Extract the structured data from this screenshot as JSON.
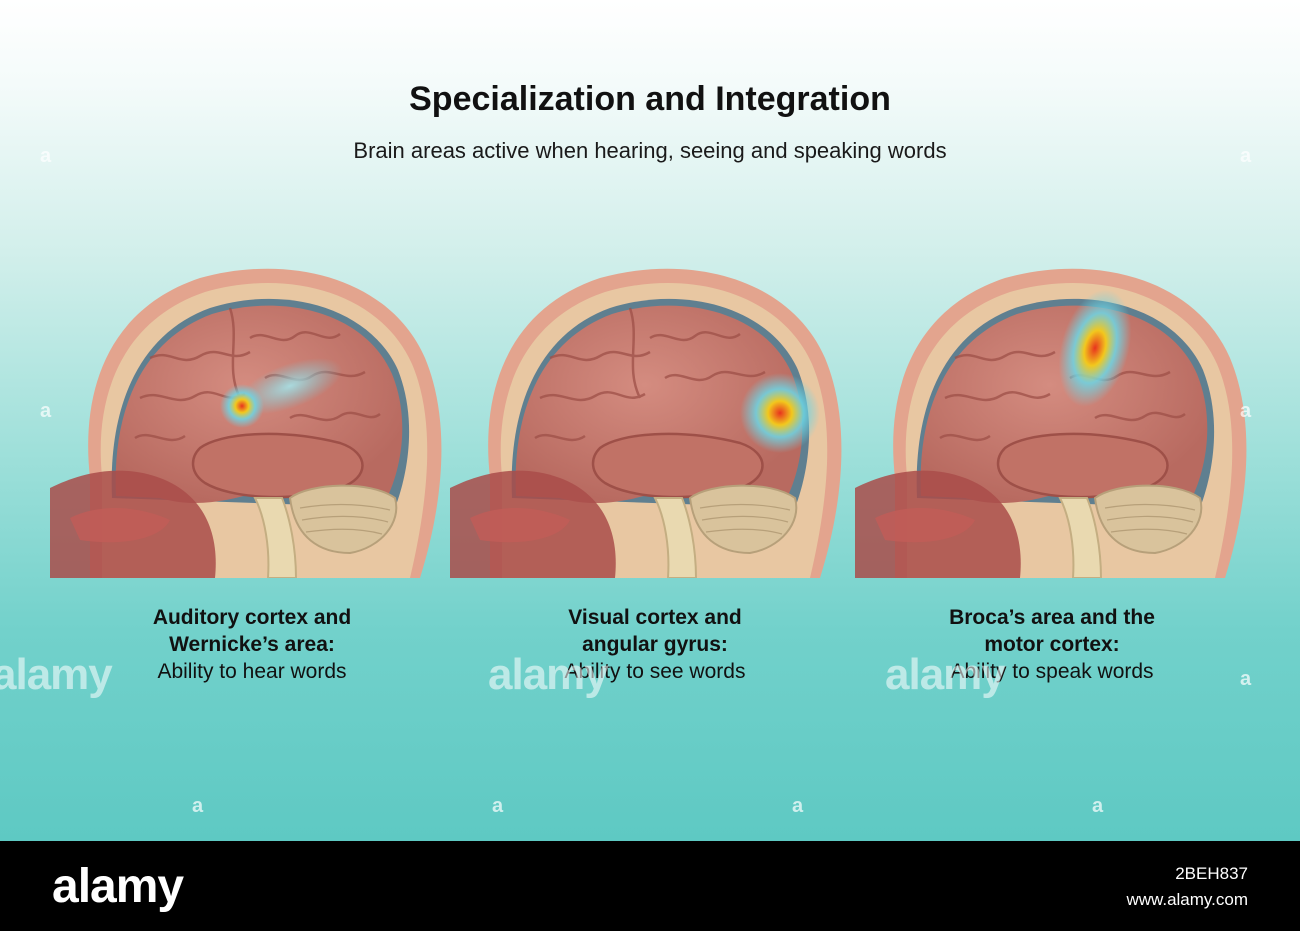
{
  "title": "Specialization and Integration",
  "subtitle": "Brain areas active when hearing, seeing and speaking words",
  "panels": [
    {
      "heading_line1": "Auditory cortex and",
      "heading_line2": "Wernicke’s area:",
      "description": "Ability to hear words",
      "activation_region": "auditory-wernicke"
    },
    {
      "heading_line1": "Visual cortex and",
      "heading_line2": "angular gyrus:",
      "description": "Ability to see words",
      "activation_region": "visual-angular"
    },
    {
      "heading_line1": "Broca’s area and the",
      "heading_line2": "motor cortex:",
      "description": "Ability to speak words",
      "activation_region": "broca-motor"
    }
  ],
  "watermark": {
    "text": "alamy",
    "small": "a"
  },
  "footer": {
    "logo": "alamy",
    "image_id": "2BEH837",
    "url": "www.alamy.com"
  },
  "colors": {
    "brain": "#c9786d",
    "brain_dark": "#9e5048",
    "skull": "#e8c7a2",
    "scalp": "#e3a48e",
    "activation_hot": "#e8331e",
    "activation_warm": "#f2c81d",
    "activation_cool": "#6cd6e6"
  }
}
